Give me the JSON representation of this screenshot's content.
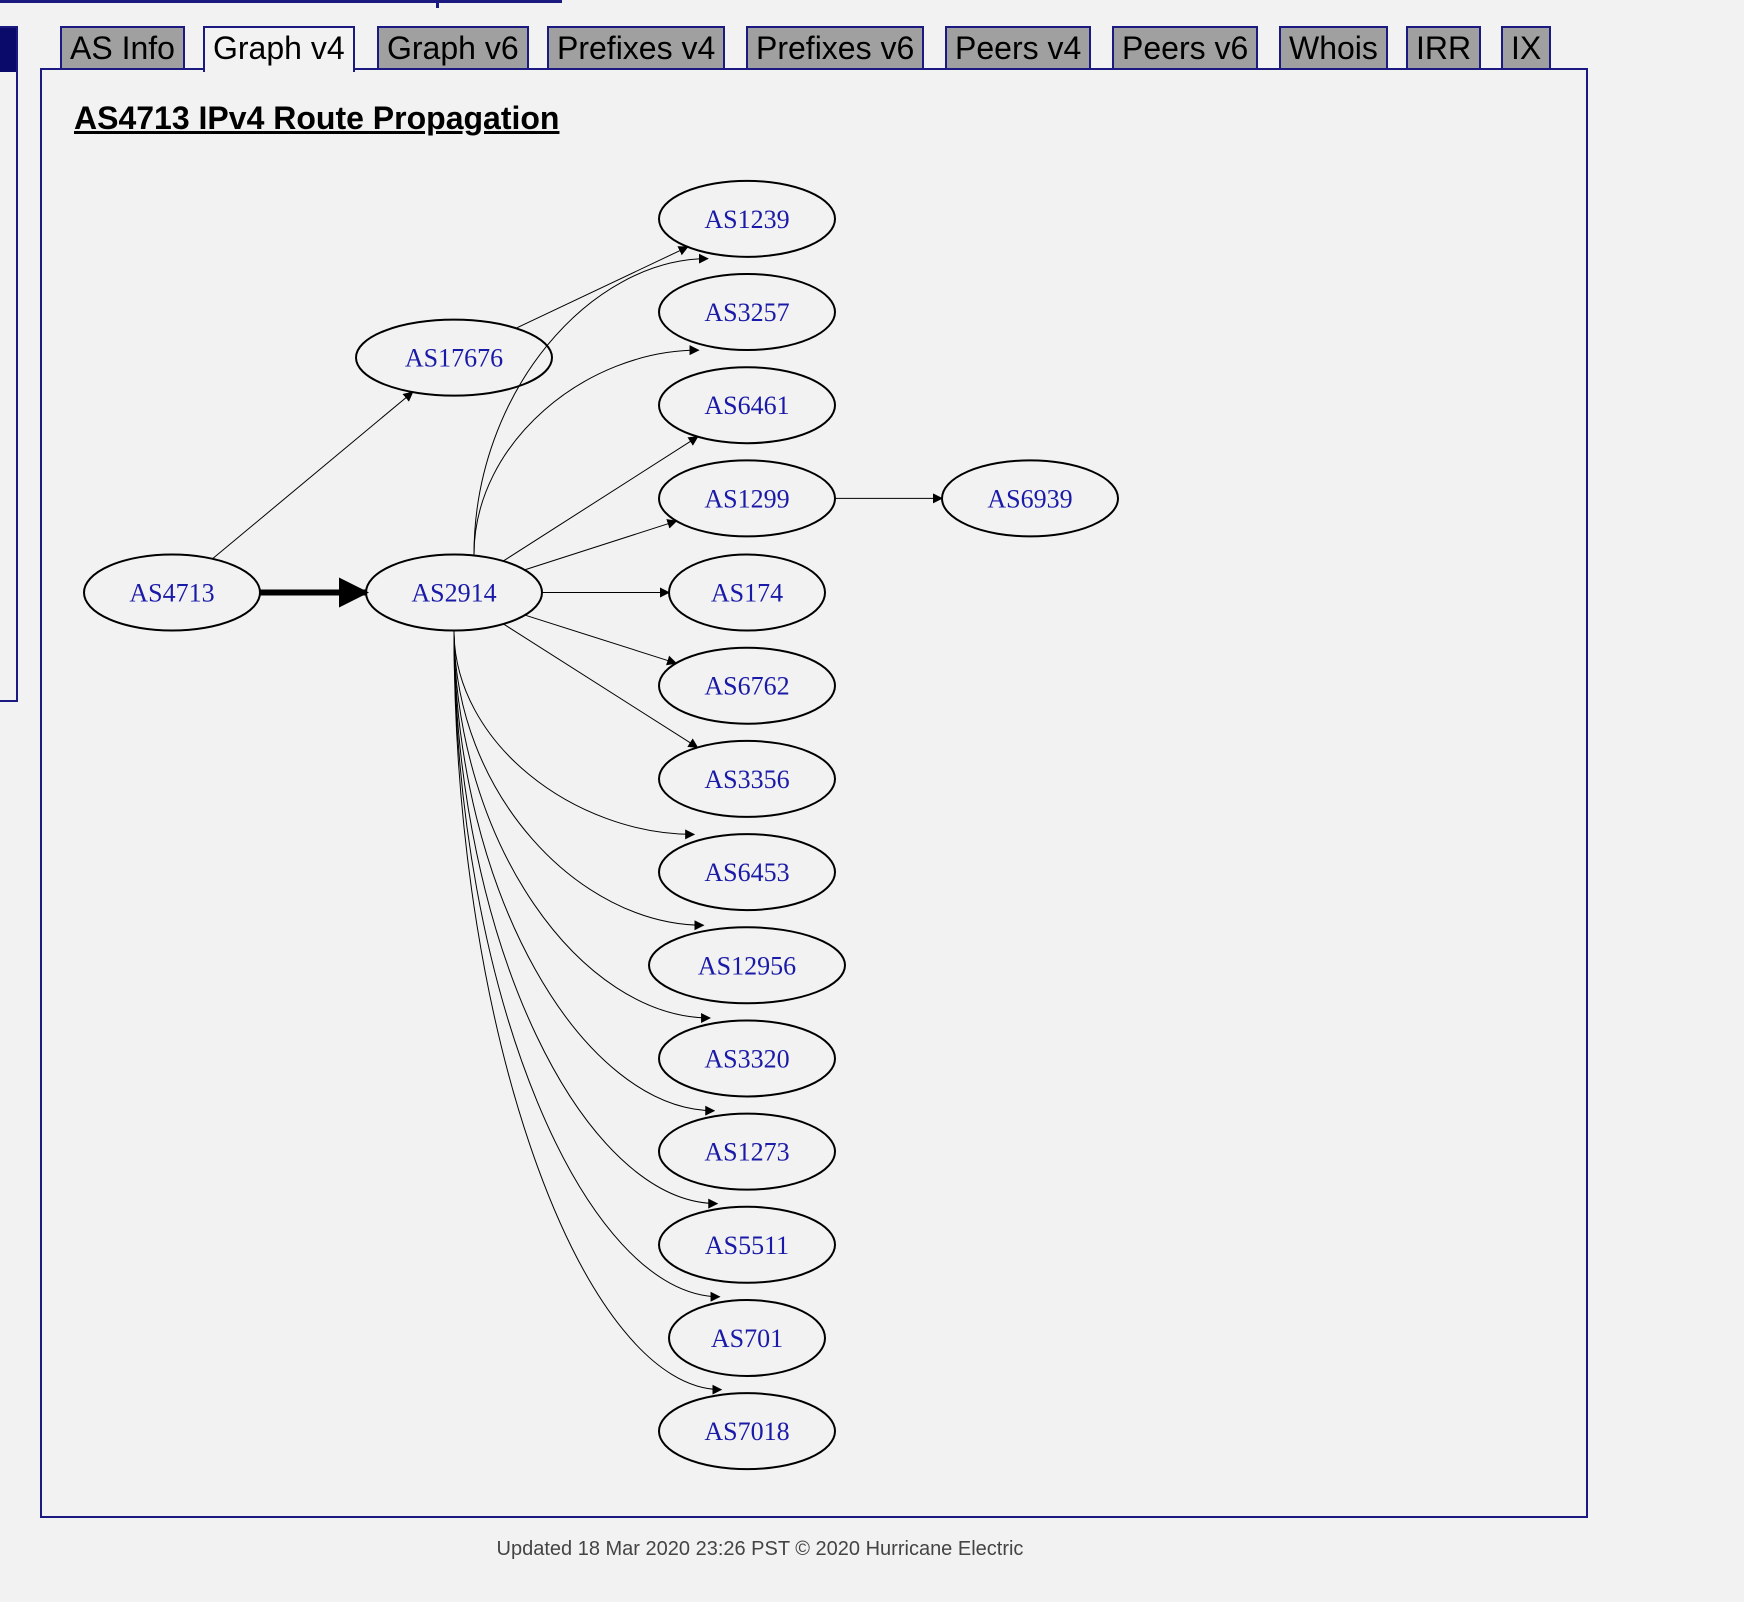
{
  "tabs": [
    {
      "label": "AS Info",
      "active": false
    },
    {
      "label": "Graph v4",
      "active": true
    },
    {
      "label": "Graph v6",
      "active": false
    },
    {
      "label": "Prefixes v4",
      "active": false
    },
    {
      "label": "Prefixes v6",
      "active": false
    },
    {
      "label": "Peers v4",
      "active": false
    },
    {
      "label": "Peers v6",
      "active": false
    },
    {
      "label": "Whois",
      "active": false
    },
    {
      "label": "IRR",
      "active": false
    },
    {
      "label": "IX",
      "active": false
    }
  ],
  "graph": {
    "title": "AS4713 IPv4 Route Propagation",
    "nodes": [
      {
        "id": "AS4713",
        "label": "AS4713"
      },
      {
        "id": "AS17676",
        "label": "AS17676"
      },
      {
        "id": "AS2914",
        "label": "AS2914"
      },
      {
        "id": "AS1239",
        "label": "AS1239"
      },
      {
        "id": "AS3257",
        "label": "AS3257"
      },
      {
        "id": "AS6461",
        "label": "AS6461"
      },
      {
        "id": "AS1299",
        "label": "AS1299"
      },
      {
        "id": "AS174",
        "label": "AS174"
      },
      {
        "id": "AS6762",
        "label": "AS6762"
      },
      {
        "id": "AS3356",
        "label": "AS3356"
      },
      {
        "id": "AS6453",
        "label": "AS6453"
      },
      {
        "id": "AS12956",
        "label": "AS12956"
      },
      {
        "id": "AS3320",
        "label": "AS3320"
      },
      {
        "id": "AS1273",
        "label": "AS1273"
      },
      {
        "id": "AS5511",
        "label": "AS5511"
      },
      {
        "id": "AS701",
        "label": "AS701"
      },
      {
        "id": "AS7018",
        "label": "AS7018"
      },
      {
        "id": "AS6939",
        "label": "AS6939"
      }
    ],
    "edges": [
      {
        "from": "AS4713",
        "to": "AS2914",
        "bold": true
      },
      {
        "from": "AS4713",
        "to": "AS17676"
      },
      {
        "from": "AS17676",
        "to": "AS1239"
      },
      {
        "from": "AS2914",
        "to": "AS1239"
      },
      {
        "from": "AS2914",
        "to": "AS3257"
      },
      {
        "from": "AS2914",
        "to": "AS6461"
      },
      {
        "from": "AS2914",
        "to": "AS1299"
      },
      {
        "from": "AS2914",
        "to": "AS174"
      },
      {
        "from": "AS2914",
        "to": "AS6762"
      },
      {
        "from": "AS2914",
        "to": "AS3356"
      },
      {
        "from": "AS2914",
        "to": "AS6453"
      },
      {
        "from": "AS2914",
        "to": "AS12956"
      },
      {
        "from": "AS2914",
        "to": "AS3320"
      },
      {
        "from": "AS2914",
        "to": "AS1273"
      },
      {
        "from": "AS2914",
        "to": "AS5511"
      },
      {
        "from": "AS2914",
        "to": "AS701"
      },
      {
        "from": "AS2914",
        "to": "AS7018"
      },
      {
        "from": "AS1299",
        "to": "AS6939"
      }
    ]
  },
  "footer": "Updated 18 Mar 2020 23:26 PST © 2020 Hurricane Electric"
}
